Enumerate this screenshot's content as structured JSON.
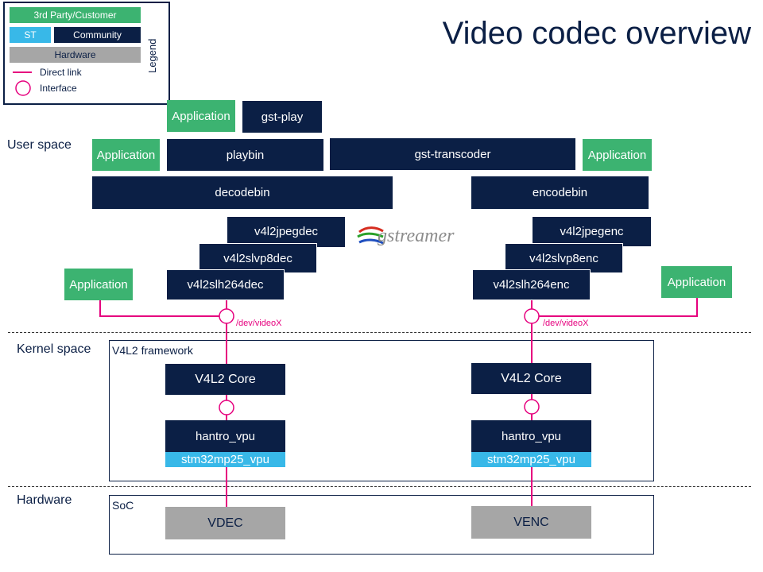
{
  "title": "Video codec overview",
  "legend": {
    "vertical_label": "Legend",
    "third_party": "3rd Party/Customer",
    "st": "ST",
    "community": "Community",
    "hardware": "Hardware",
    "direct_link": "Direct link",
    "interface": "Interface"
  },
  "layers": {
    "user_space": "User space",
    "kernel_space": "Kernel space",
    "hardware": "Hardware"
  },
  "user": {
    "app_top": "Application",
    "gst_play": "gst-play",
    "app_left": "Application",
    "playbin": "playbin",
    "gst_transcoder": "gst-transcoder",
    "app_right": "Application",
    "decodebin": "decodebin",
    "encodebin": "encodebin",
    "v4l2jpegdec": "v4l2jpegdec",
    "v4l2slvp8dec": "v4l2slvp8dec",
    "v4l2slh264dec": "v4l2slh264dec",
    "v4l2jpegenc": "v4l2jpegenc",
    "v4l2slvp8enc": "v4l2slvp8enc",
    "v4l2slh264enc": "v4l2slh264enc",
    "app_dec": "Application",
    "app_enc": "Application",
    "gstreamer_logo": "gstreamer",
    "dev_dec": "/dev/videoX",
    "dev_enc": "/dev/videoX"
  },
  "kernel": {
    "framework": "V4L2 framework",
    "dec_core": "V4L2 Core",
    "enc_core": "V4L2 Core",
    "dec_driver": "hantro_vpu",
    "enc_driver": "hantro_vpu",
    "dec_st": "stm32mp25_vpu",
    "enc_st": "stm32mp25_vpu"
  },
  "hardware": {
    "soc": "SoC",
    "vdec": "VDEC",
    "venc": "VENC"
  },
  "colors": {
    "community": "#0b1f45",
    "third_party": "#3cb371",
    "st": "#38b8e8",
    "hardware": "#a6a6a6",
    "direct_link": "#e6007e"
  },
  "icons": {
    "interface": "circle-interface-icon",
    "link": "magenta-line-icon"
  }
}
